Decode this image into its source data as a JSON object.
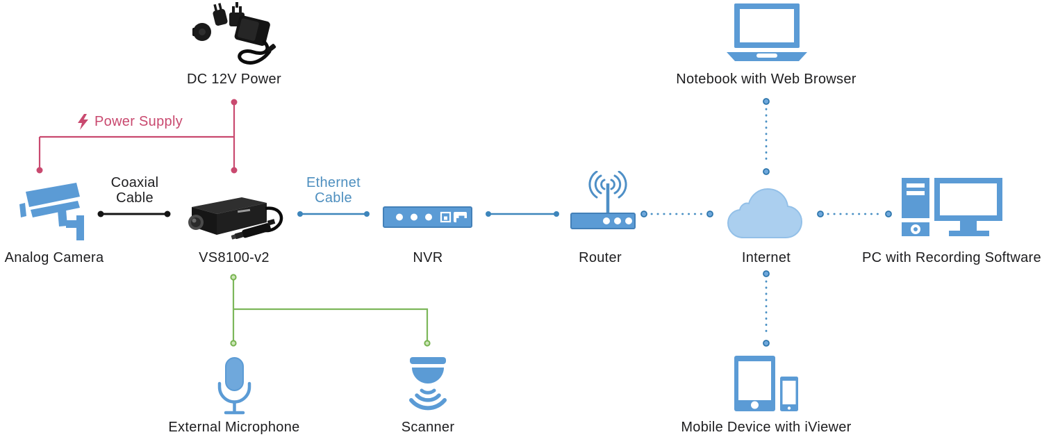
{
  "diagram": {
    "colors": {
      "icon_blue": "#5B9BD5",
      "icon_blue_dark": "#4380B8",
      "cloud_blue": "#ABCFEF",
      "line_blue": "#3D85BB",
      "power_pink": "#C9496F",
      "audio_green": "#7CB75A",
      "text_black": "#1D1D1F"
    },
    "nodes": {
      "dc_power": {
        "label": "DC 12V Power"
      },
      "notebook": {
        "label": "Notebook with Web Browser"
      },
      "analog_camera": {
        "label": "Analog Camera"
      },
      "vs8100": {
        "label": "VS8100-v2"
      },
      "nvr": {
        "label": "NVR"
      },
      "router": {
        "label": "Router"
      },
      "internet": {
        "label": "Internet"
      },
      "pc": {
        "label": "PC with Recording Software"
      },
      "microphone": {
        "label": "External Microphone"
      },
      "scanner": {
        "label": "Scanner"
      },
      "mobile": {
        "label": "Mobile Device with iViewer"
      }
    },
    "connections": {
      "power_supply": {
        "label": "Power Supply",
        "from": "dc_power",
        "to": [
          "analog_camera",
          "vs8100"
        ],
        "style": "solid",
        "color": "#C9496F"
      },
      "coaxial": {
        "label": "Coaxial Cable",
        "from": "analog_camera",
        "to": "vs8100",
        "style": "solid",
        "color": "#1C1C1C"
      },
      "ethernet": {
        "label": "Ethernet Cable",
        "from": "vs8100",
        "to": "nvr",
        "style": "solid",
        "color": "#3D85BB"
      },
      "nvr_router": {
        "label": "",
        "from": "nvr",
        "to": "router",
        "style": "solid",
        "color": "#3D85BB"
      },
      "router_internet": {
        "label": "",
        "from": "router",
        "to": "internet",
        "style": "dotted",
        "color": "#3D85BB"
      },
      "internet_pc": {
        "label": "",
        "from": "internet",
        "to": "pc",
        "style": "dotted",
        "color": "#3D85BB"
      },
      "internet_notebook": {
        "label": "",
        "from": "internet",
        "to": "notebook",
        "style": "dotted",
        "color": "#3D85BB"
      },
      "internet_mobile": {
        "label": "",
        "from": "internet",
        "to": "mobile",
        "style": "dotted",
        "color": "#3D85BB"
      },
      "audio": {
        "label": "",
        "from": "vs8100",
        "to": [
          "microphone",
          "scanner"
        ],
        "style": "solid",
        "color": "#7CB75A"
      }
    },
    "icons": {
      "dc_power": "power-adapter-photo",
      "analog_camera": "cctv-camera-icon",
      "vs8100": "video-server-photo",
      "nvr": "nvr-front-panel-icon",
      "router": "wireless-router-icon",
      "internet": "cloud-icon",
      "pc": "desktop-computer-icon",
      "notebook": "laptop-icon",
      "microphone": "microphone-icon",
      "scanner": "scanner-waves-icon",
      "mobile": "tablet-and-phone-icon",
      "power_supply": "lightning-bolt-icon"
    }
  }
}
